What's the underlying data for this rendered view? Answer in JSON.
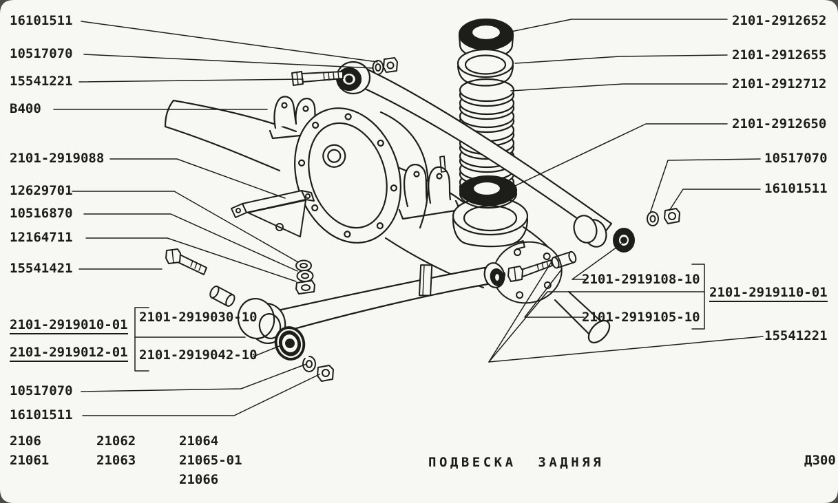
{
  "callouts": {
    "left": [
      {
        "text": "16101511"
      },
      {
        "text": "10517070"
      },
      {
        "text": "15541221"
      },
      {
        "text": "В400"
      },
      {
        "text": "2101-2919088"
      },
      {
        "text": "12629701"
      },
      {
        "text": "10516870"
      },
      {
        "text": "12164711"
      },
      {
        "text": "15541421"
      },
      {
        "text": "2101-2919010-01",
        "underlined": true
      },
      {
        "text": "2101-2919012-01",
        "underlined": true
      },
      {
        "text": "2101-2919030-10"
      },
      {
        "text": "2101-2919042-10"
      },
      {
        "text": "10517070"
      },
      {
        "text": "16101511"
      }
    ],
    "right": [
      {
        "text": "2101-2912652"
      },
      {
        "text": "2101-2912655"
      },
      {
        "text": "2101-2912712"
      },
      {
        "text": "2101-2912650"
      },
      {
        "text": "10517070"
      },
      {
        "text": "16101511"
      },
      {
        "text": "2101-2919108-10"
      },
      {
        "text": "2101-2919110-01",
        "underlined": true
      },
      {
        "text": "2101-2919105-10"
      },
      {
        "text": "15541221"
      }
    ]
  },
  "models": {
    "col1": [
      "2106",
      "21061"
    ],
    "col2": [
      "21062",
      "21063"
    ],
    "col3": [
      "21064",
      "21065-01",
      "21066"
    ]
  },
  "footer": {
    "title": "ПОДВЕСКА  ЗАДНЯЯ",
    "sheet_code": "Д300"
  },
  "drawing": {
    "subject": "rear suspension exploded parts view"
  }
}
